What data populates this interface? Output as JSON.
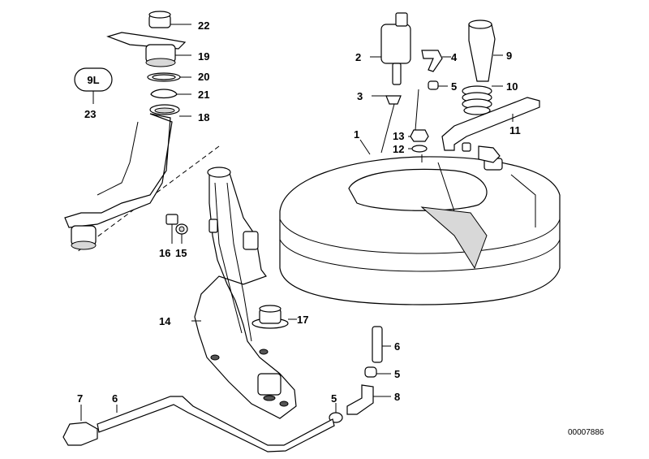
{
  "callouts": {
    "c1": "1",
    "c2": "2",
    "c3": "3",
    "c4": "4",
    "c5a": "5",
    "c5b": "5",
    "c5c": "5",
    "c6a": "6",
    "c6b": "6",
    "c7": "7",
    "c8": "8",
    "c9": "9",
    "c10": "10",
    "c11": "11",
    "c12": "12",
    "c13": "13",
    "c14": "14",
    "c15": "15",
    "c16": "16",
    "c17": "17",
    "c18": "18",
    "c19": "19",
    "c20": "20",
    "c21": "21",
    "c22": "22",
    "c23": "23"
  },
  "badge": "9L",
  "doc_number": "00007886"
}
